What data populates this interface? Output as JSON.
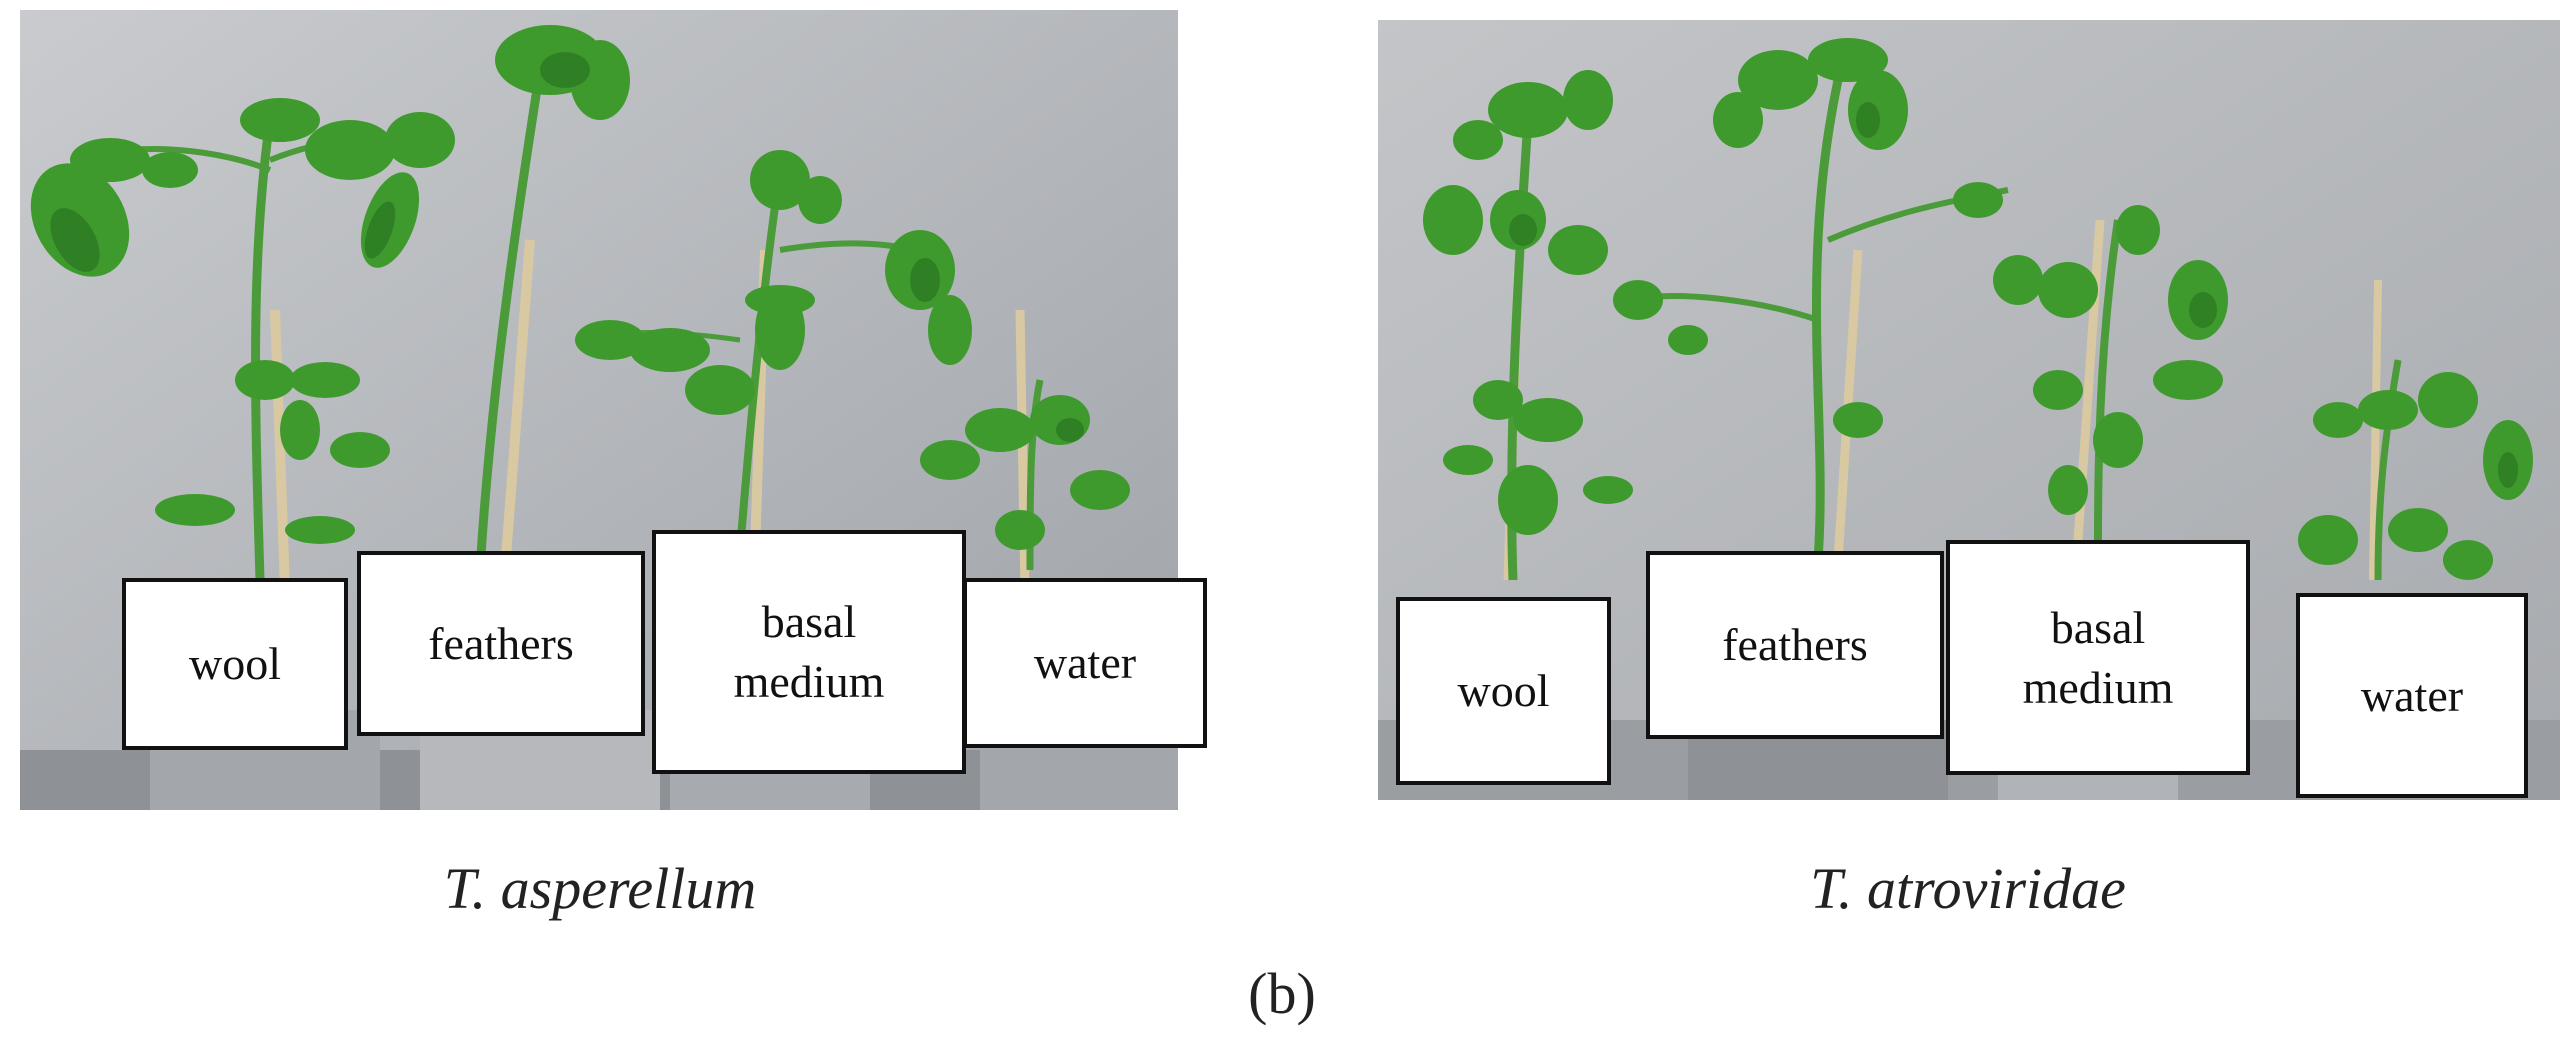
{
  "panels": [
    {
      "caption": "T. asperellum",
      "labels": [
        "wool",
        "feathers",
        "basal medium",
        "water"
      ]
    },
    {
      "caption": "T. atroviridae",
      "labels": [
        "wool",
        "feathers",
        "basal medium",
        "water"
      ]
    }
  ],
  "figure_label": "(b)",
  "colors": {
    "leaf": "#3f9a2e",
    "leaf_dark": "#2c7a22",
    "stake": "#d9c9a0",
    "pot": "#9a9da3",
    "wall": "#b9bcbf"
  }
}
